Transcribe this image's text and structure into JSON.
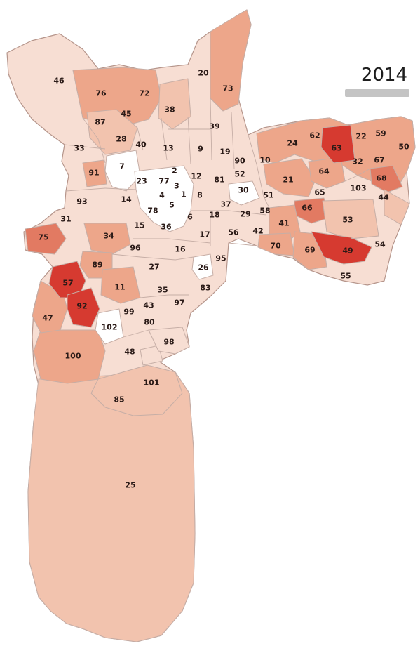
{
  "map": {
    "year_label": "2014",
    "colors": {
      "level0": "#ffffff",
      "level1": "#f7ded3",
      "level2": "#f2c3ae",
      "level3": "#eda68a",
      "level4": "#e27a62",
      "level5": "#d63a30",
      "border": "#c6aea6",
      "outline": "#b5958b"
    },
    "districts": [
      {
        "label": "46",
        "level": 1
      },
      {
        "label": "76",
        "level": 3
      },
      {
        "label": "72",
        "level": 3
      },
      {
        "label": "38",
        "level": 2
      },
      {
        "label": "20",
        "level": 1
      },
      {
        "label": "73",
        "level": 3
      },
      {
        "label": "87",
        "level": 2
      },
      {
        "label": "45",
        "level": 2
      },
      {
        "label": "39",
        "level": 1
      },
      {
        "label": "33",
        "level": 1
      },
      {
        "label": "28",
        "level": 2
      },
      {
        "label": "40",
        "level": 1
      },
      {
        "label": "13",
        "level": 1
      },
      {
        "label": "9",
        "level": 1
      },
      {
        "label": "19",
        "level": 1
      },
      {
        "label": "90",
        "level": 1
      },
      {
        "label": "7",
        "level": 0
      },
      {
        "label": "91",
        "level": 3
      },
      {
        "label": "23",
        "level": 0
      },
      {
        "label": "77",
        "level": 0
      },
      {
        "label": "2",
        "level": 0
      },
      {
        "label": "3",
        "level": 0
      },
      {
        "label": "12",
        "level": 1
      },
      {
        "label": "81",
        "level": 1
      },
      {
        "label": "52",
        "level": 1
      },
      {
        "label": "93",
        "level": 1
      },
      {
        "label": "14",
        "level": 1
      },
      {
        "label": "4",
        "level": 0
      },
      {
        "label": "1",
        "level": 0
      },
      {
        "label": "8",
        "level": 1
      },
      {
        "label": "30",
        "level": 0
      },
      {
        "label": "31",
        "level": 1
      },
      {
        "label": "78",
        "level": 0
      },
      {
        "label": "5",
        "level": 0
      },
      {
        "label": "6",
        "level": 0
      },
      {
        "label": "37",
        "level": 1
      },
      {
        "label": "18",
        "level": 1
      },
      {
        "label": "29",
        "level": 1
      },
      {
        "label": "58",
        "level": 1
      },
      {
        "label": "51",
        "level": 1
      },
      {
        "label": "75",
        "level": 4
      },
      {
        "label": "34",
        "level": 3
      },
      {
        "label": "15",
        "level": 1
      },
      {
        "label": "36",
        "level": 1
      },
      {
        "label": "17",
        "level": 1
      },
      {
        "label": "56",
        "level": 1
      },
      {
        "label": "42",
        "level": 1
      },
      {
        "label": "96",
        "level": 1
      },
      {
        "label": "16",
        "level": 2
      },
      {
        "label": "95",
        "level": 2
      },
      {
        "label": "89",
        "level": 3
      },
      {
        "label": "27",
        "level": 1
      },
      {
        "label": "26",
        "level": 0
      },
      {
        "label": "57",
        "level": 5
      },
      {
        "label": "11",
        "level": 3
      },
      {
        "label": "35",
        "level": 2
      },
      {
        "label": "83",
        "level": 1
      },
      {
        "label": "92",
        "level": 5
      },
      {
        "label": "97",
        "level": 2
      },
      {
        "label": "43",
        "level": 1
      },
      {
        "label": "99",
        "level": 2
      },
      {
        "label": "47",
        "level": 3
      },
      {
        "label": "80",
        "level": 1
      },
      {
        "label": "102",
        "level": 0
      },
      {
        "label": "98",
        "level": 1
      },
      {
        "label": "48",
        "level": 1
      },
      {
        "label": "100",
        "level": 3
      },
      {
        "label": "101",
        "level": 2
      },
      {
        "label": "85",
        "level": 2
      },
      {
        "label": "25",
        "level": 2
      },
      {
        "label": "10",
        "level": 2
      },
      {
        "label": "24",
        "level": 2
      },
      {
        "label": "62",
        "level": 3
      },
      {
        "label": "63",
        "level": 5
      },
      {
        "label": "22",
        "level": 3
      },
      {
        "label": "59",
        "level": 3
      },
      {
        "label": "50",
        "level": 3
      },
      {
        "label": "32",
        "level": 1
      },
      {
        "label": "67",
        "level": 1
      },
      {
        "label": "21",
        "level": 3
      },
      {
        "label": "64",
        "level": 3
      },
      {
        "label": "68",
        "level": 4
      },
      {
        "label": "103",
        "level": 1
      },
      {
        "label": "65",
        "level": 1
      },
      {
        "label": "44",
        "level": 2
      },
      {
        "label": "66",
        "level": 4
      },
      {
        "label": "41",
        "level": 3
      },
      {
        "label": "53",
        "level": 2
      },
      {
        "label": "70",
        "level": 3
      },
      {
        "label": "69",
        "level": 3
      },
      {
        "label": "49",
        "level": 5
      },
      {
        "label": "54",
        "level": 1
      },
      {
        "label": "55",
        "level": 1
      }
    ]
  }
}
